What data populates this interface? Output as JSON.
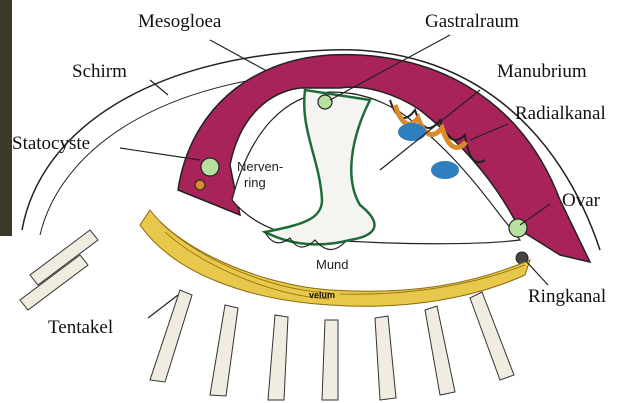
{
  "labels": {
    "mesogloea": "Mesogloea",
    "gastralraum": "Gastralraum",
    "schirm": "Schirm",
    "manubrium": "Manubrium",
    "radialkanal": "Radialkanal",
    "statocyste": "Statocyste",
    "nervenring_line1": "Nerven-",
    "nervenring_line2": "ring",
    "ovar": "Ovar",
    "mund": "Mund",
    "ringkanal": "Ringkanal",
    "tentakel": "Tentakel",
    "velum": "velum"
  },
  "colors": {
    "mesogloea": "#a8235a",
    "velum": "#e8c84a",
    "ovar": "#2f7fc0",
    "gonad": "#d98a2a",
    "outline": "#1a1a1a",
    "canal": "#1f6b3a"
  }
}
